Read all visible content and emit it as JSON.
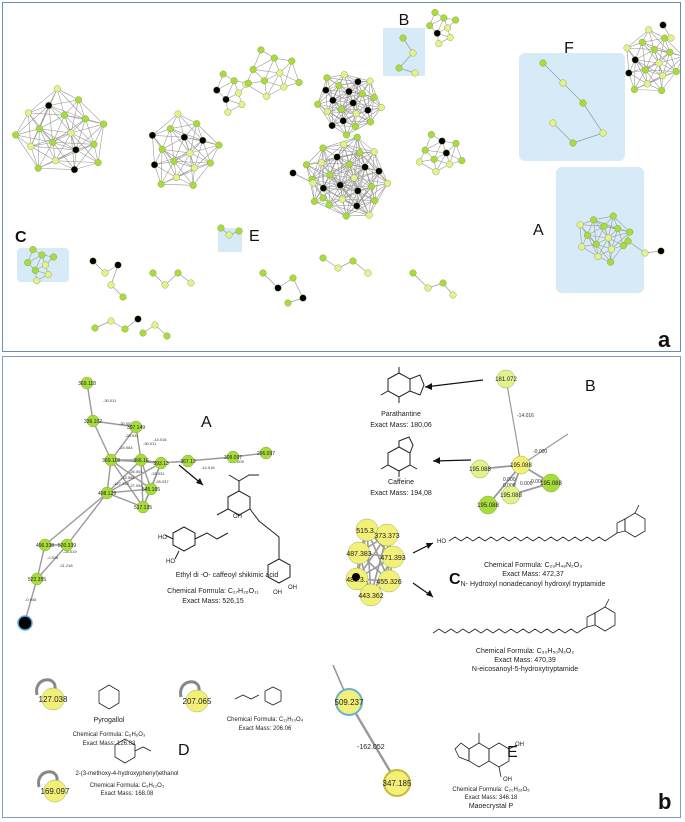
{
  "panel_a": {
    "panel_label": "a",
    "region_labels": [
      "B",
      "F",
      "C",
      "E",
      "A"
    ]
  },
  "panel_b": {
    "panel_label": "b",
    "clusters": {
      "A": {
        "label": "A",
        "nodes": [
          "369.118",
          "336.102",
          "397.149",
          "369.118",
          "366.16",
          "393.13",
          "367.13",
          "309.097",
          "296.097",
          "498.129",
          "545.165",
          "517.135",
          "496.338",
          "520.339",
          "522.355"
        ],
        "edges": [
          "-30.011",
          "-30.053",
          "-14.016",
          "-28.031",
          "-30.011",
          "-24.064",
          "-26.001",
          "-28.031",
          "-28.037",
          "-13.966",
          "-14.016",
          "-136.009",
          "-127.154",
          "-27.054",
          "-21.218",
          "-28.019",
          "-2.016",
          "-0.946"
        ],
        "compound": {
          "name": "Ethyl di -O- caffeoyl shikimic acid",
          "formula": "Chemical Formula: C₂₇H₂₆O₁₁",
          "mass": "Exact Mass: 526,15"
        }
      },
      "B": {
        "label": "B",
        "nodes": [
          "181.072",
          "195.088",
          "195.088",
          "195.088",
          "195.088",
          "195.088"
        ],
        "edges": [
          "-14.016",
          "-0.000",
          "0.000",
          "0.000",
          "0.000",
          "0.000"
        ],
        "compound1": {
          "name": "Parathantine",
          "mass": "Exact Mass: 180,06"
        },
        "compound2": {
          "name": "Caffeine",
          "mass": "Exact Mass: 194,08"
        }
      },
      "C": {
        "label": "C",
        "nodes": [
          "515.3..",
          "373.373",
          "487.383",
          "471.393",
          "485.3..",
          "455.326",
          "443.362"
        ],
        "compound1": {
          "formula": "Chemical Formula: C₂₉H₄₈N₂O₃",
          "mass": "Exact Mass: 472,37",
          "name": "N- Hydroxyl nonadecanoyl hydroxyl tryptamide"
        },
        "compound2": {
          "formula": "Chemical Formula: C₃₀H₅₀N₂O₂",
          "mass": "Exact Mass: 470,39",
          "name": "N-eicosanoyl-5-hydroxytryptamide"
        }
      },
      "D": {
        "label": "D",
        "nodes": [
          "127.038",
          "207.065",
          "169.097"
        ],
        "compound1": {
          "name": "Pyrogallol",
          "formula": "Chemical Formula: C₆H₆O₃",
          "mass": "Exact Mass: 126.03"
        },
        "compound2": {
          "formula": "Chemical Formula: C₁₁H₁₀O₄",
          "mass": "Exact Mass: 206.06"
        },
        "compound3": {
          "name": "2-(3-methoxy-4-hydroxyphenyl)ethanol",
          "formula": "Chemical Formula: C₉H₁₂O₃",
          "mass": "Exact Mass: 168.08"
        }
      },
      "E": {
        "label": "E",
        "nodes": [
          "509.237",
          "347.185"
        ],
        "edge": "-162.052",
        "compound": {
          "formula": "Chemical Formula: C₂₀H₂₆O₅",
          "mass": "Exact Mass: 346.18",
          "name": "Maoecrystal P"
        }
      }
    }
  },
  "colors": {
    "node_green": "#a8dc3c",
    "node_light": "#e4f28e",
    "node_black": "#000000",
    "node_yellow": "#f3f07a",
    "highlight_box": "#d6eaf7",
    "edge": "#9a9a9a",
    "border": "#6a8fb0"
  }
}
